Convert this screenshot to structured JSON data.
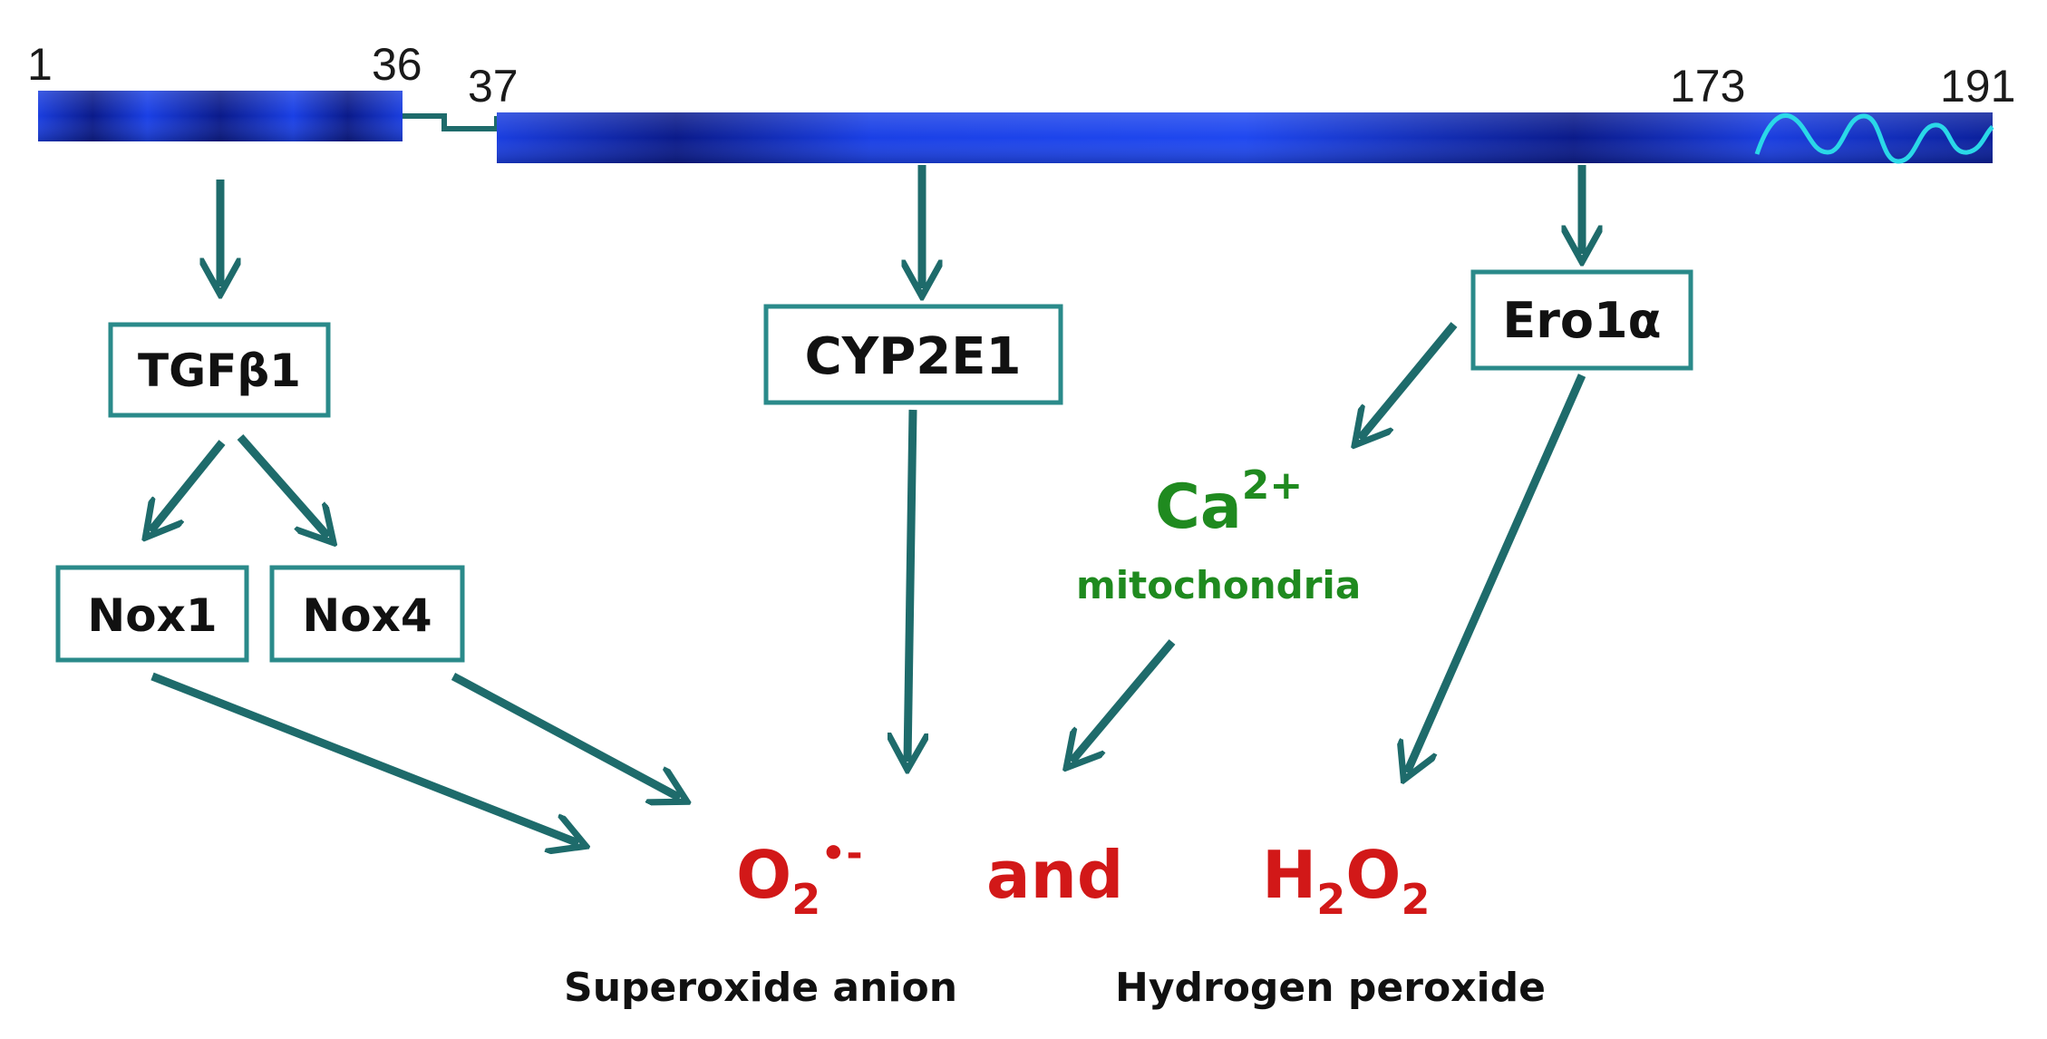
{
  "protein_bar": {
    "positions": {
      "p1": "1",
      "p36": "36",
      "p37": "37",
      "p173": "173",
      "p191": "191"
    }
  },
  "boxes": {
    "tgfb1": "TGFβ1",
    "nox1": "Nox1",
    "nox4": "Nox4",
    "cyp2e1": "CYP2E1",
    "ero1a": "Ero1α"
  },
  "calcium": {
    "base": "Ca",
    "superscript": "2+",
    "sub_label": "mitochondria"
  },
  "products": {
    "superoxide": {
      "base": "O",
      "subscript": "2",
      "superscript": "•-"
    },
    "conjunction": "and",
    "peroxide": {
      "h": "H",
      "h_sub": "2",
      "o": "O",
      "o_sub": "2"
    }
  },
  "captions": {
    "superoxide": "Superoxide anion",
    "peroxide": "Hydrogen peroxide"
  },
  "colors": {
    "box_border": "#2a8a8a",
    "arrow": "#1e6b6b",
    "bar_blue": "#0a2fd0",
    "wave": "#2ad8e8",
    "green": "#1f8a1f",
    "red": "#d21818"
  }
}
